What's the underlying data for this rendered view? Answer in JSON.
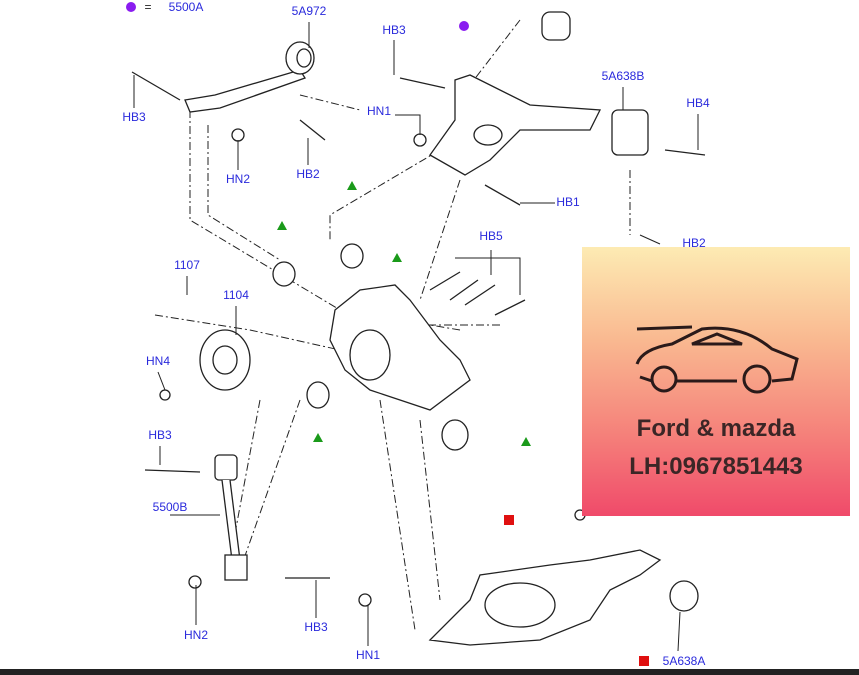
{
  "diagram": {
    "legend_header": {
      "symbol_color": "#8a1cf0",
      "equals": "=",
      "part": "5500A"
    },
    "labels": [
      "5A972",
      "HB3",
      "HB3",
      "HN2",
      "HB2",
      "HN1",
      "5A638B",
      "HB4",
      "HB1",
      "HB2",
      "HB5",
      "1107",
      "1104",
      "HN4",
      "HB3",
      "5500B",
      "HN2",
      "HB3",
      "HN1",
      "5A638A"
    ],
    "label_color": "#2a2adc",
    "markers": {
      "green_triangle": "#1a9a1a",
      "red_square": "#e01010",
      "purple_dot": "#8a1cf0"
    }
  },
  "ad": {
    "line1": "Ford & mazda",
    "line2": "LH:0967851443",
    "icon": "sports-car-icon"
  }
}
